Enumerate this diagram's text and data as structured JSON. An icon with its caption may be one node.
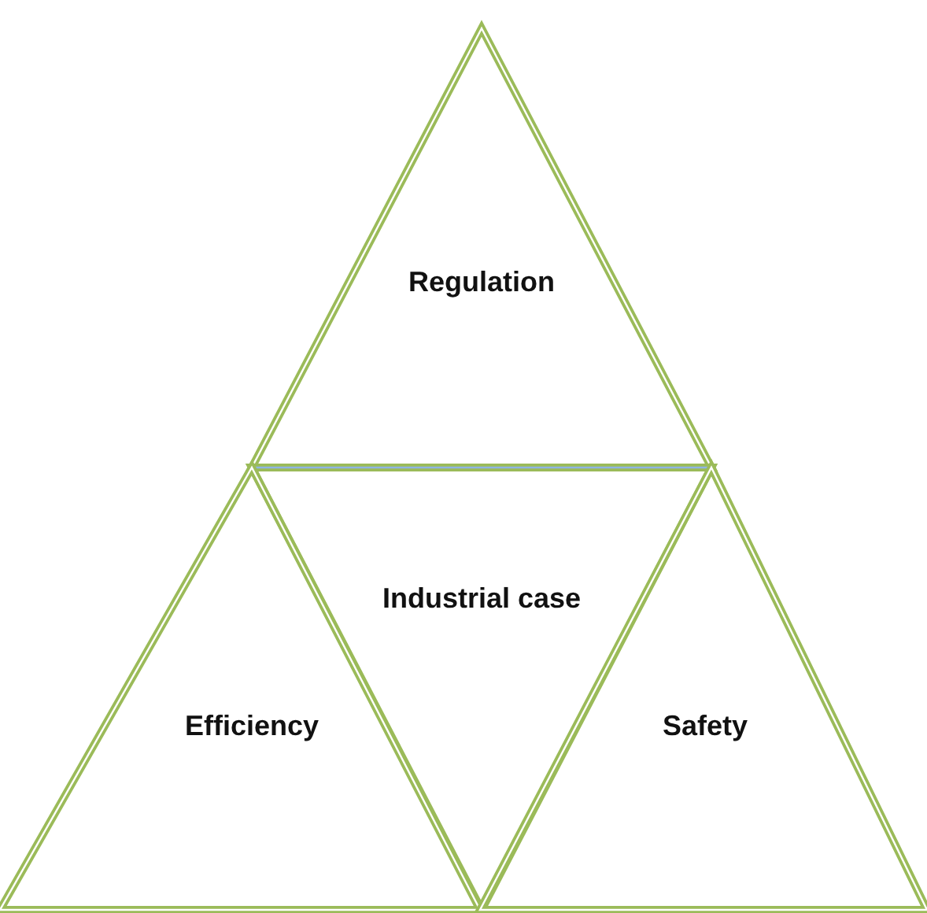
{
  "diagram": {
    "nodes": [
      {
        "text": [
          "Regulation"
        ]
      },
      {
        "text": [
          "Industrial case"
        ]
      },
      {
        "text": [
          "Efficiency"
        ]
      },
      {
        "text": [
          "Safety"
        ]
      }
    ]
  }
}
